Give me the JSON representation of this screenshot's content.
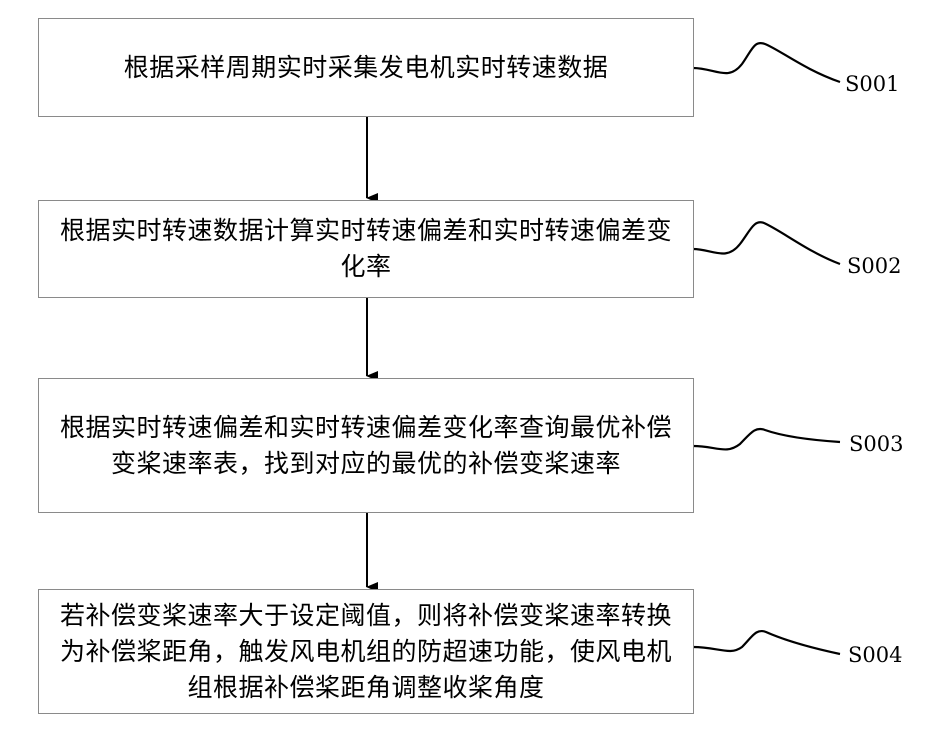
{
  "steps": [
    {
      "id": "S001",
      "text": "根据采样周期实时采集发电机实时转速数据"
    },
    {
      "id": "S002",
      "text": "根据实时转速数据计算实时转速偏差和实时转速偏差变化率"
    },
    {
      "id": "S003",
      "text": "根据实时转速偏差和实时转速偏差变化率查询最优补偿变桨速率表，找到对应的最优的补偿变桨速率"
    },
    {
      "id": "S004",
      "text": "若补偿变桨速率大于设定阈值，则将补偿变桨速率转换为补偿桨距角，触发风电机组的防超速功能，使风电机组根据补偿桨距角调整收桨角度"
    }
  ]
}
